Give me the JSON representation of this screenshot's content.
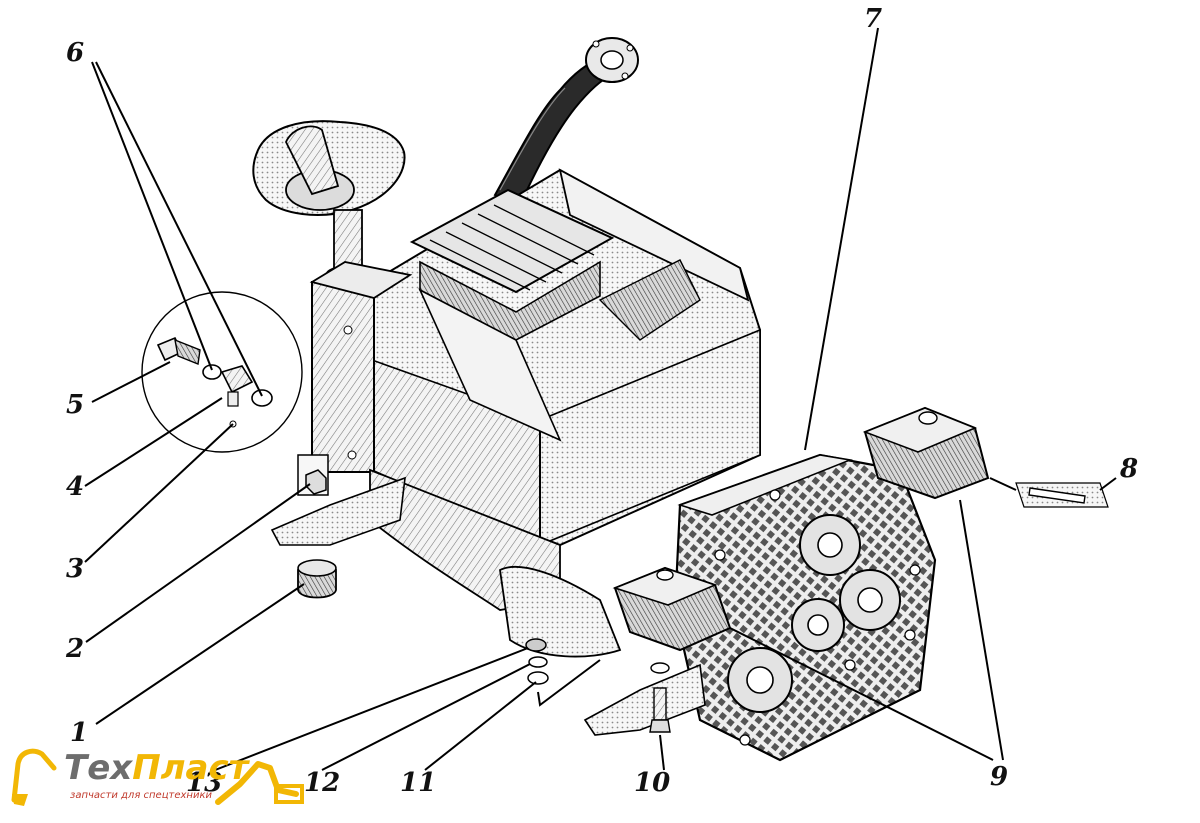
{
  "diagram": {
    "callouts": [
      {
        "id": "c1",
        "text": "1"
      },
      {
        "id": "c2",
        "text": "2"
      },
      {
        "id": "c3",
        "text": "3"
      },
      {
        "id": "c4",
        "text": "4"
      },
      {
        "id": "c5",
        "text": "5"
      },
      {
        "id": "c6",
        "text": "6"
      },
      {
        "id": "c7",
        "text": "7"
      },
      {
        "id": "c8",
        "text": "8"
      },
      {
        "id": "c9",
        "text": "9"
      },
      {
        "id": "c10",
        "text": "10"
      },
      {
        "id": "c11",
        "text": "11"
      },
      {
        "id": "c12",
        "text": "12"
      },
      {
        "id": "c13",
        "text": "13"
      }
    ]
  },
  "watermark": {
    "brand_part1": "Тех",
    "brand_part2": "Пласт",
    "tagline": "запчасти для спецтехники",
    "colors": {
      "gray": "#6d6d6d",
      "yellow": "#f2b705",
      "red": "#c0392b"
    }
  }
}
